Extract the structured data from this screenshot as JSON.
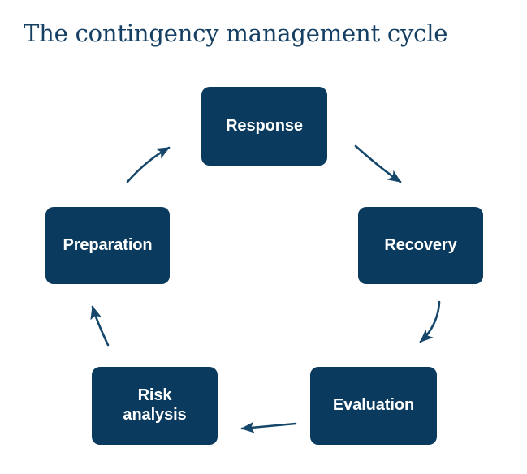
{
  "page": {
    "title": "The contingency management cycle",
    "background_color": "#ffffff",
    "title_color": "#164063",
    "node_fill_color": "#0a3a5e",
    "node_text_color": "#ffffff",
    "arrow_color": "#16476b"
  },
  "diagram": {
    "type": "cycle",
    "direction": "clockwise",
    "nodes": [
      {
        "id": "response",
        "label": "Response"
      },
      {
        "id": "recovery",
        "label": "Recovery"
      },
      {
        "id": "evaluation",
        "label": "Evaluation"
      },
      {
        "id": "risk",
        "label": "Risk\nanalysis"
      },
      {
        "id": "preparation",
        "label": "Preparation"
      }
    ],
    "arrows": [
      {
        "from": "response",
        "to": "recovery",
        "name": "arrow-response-to-recovery"
      },
      {
        "from": "recovery",
        "to": "evaluation",
        "name": "arrow-recovery-to-evaluation"
      },
      {
        "from": "evaluation",
        "to": "risk",
        "name": "arrow-evaluation-to-risk-analysis"
      },
      {
        "from": "risk",
        "to": "preparation",
        "name": "arrow-risk-analysis-to-preparation"
      },
      {
        "from": "preparation",
        "to": "response",
        "name": "arrow-preparation-to-response"
      }
    ]
  }
}
